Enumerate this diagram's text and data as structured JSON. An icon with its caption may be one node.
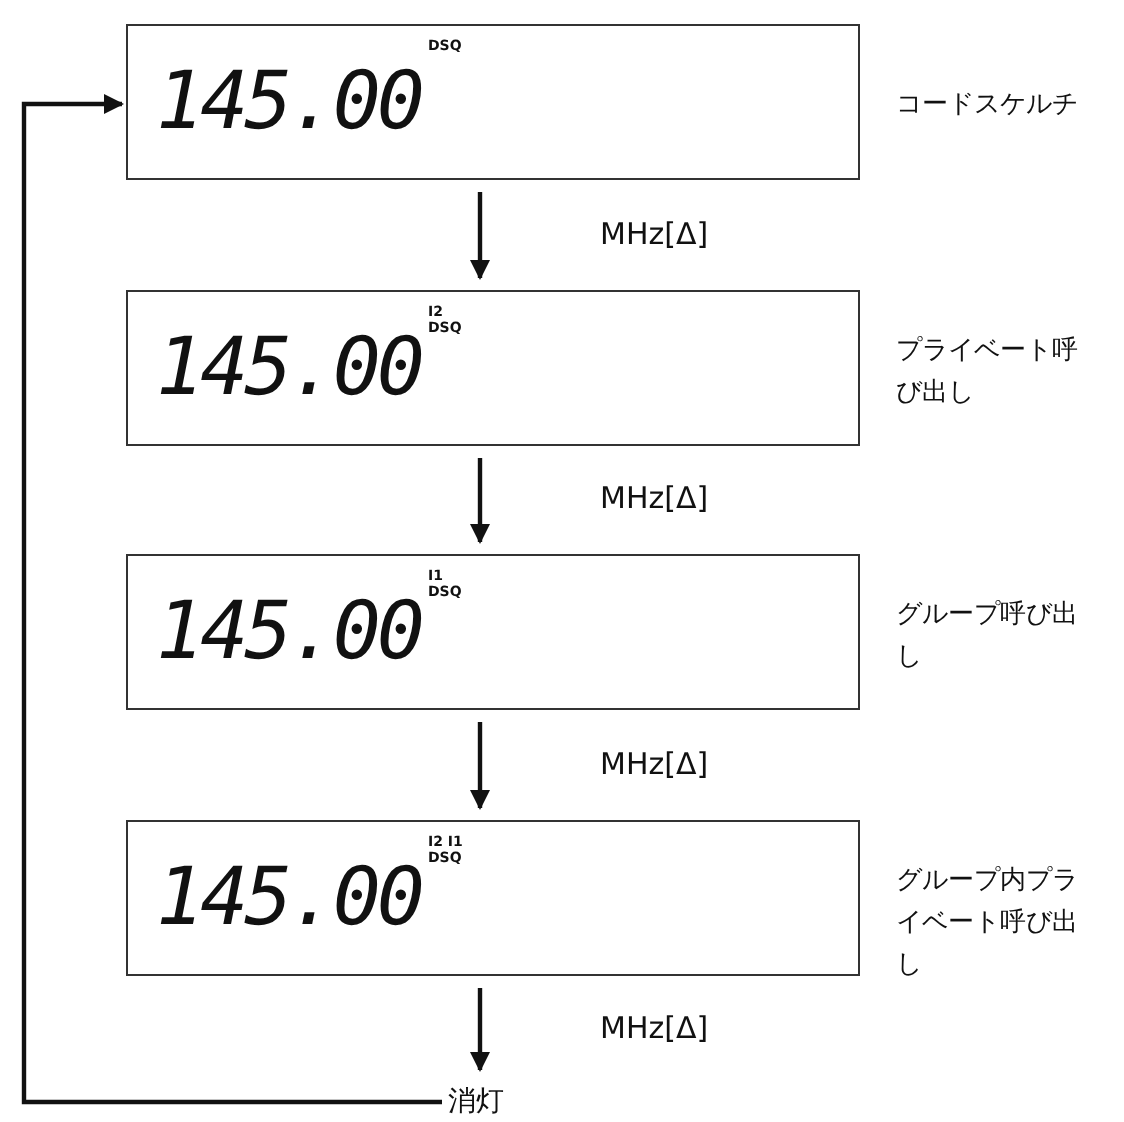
{
  "diagram": {
    "nodes": [
      {
        "text": [
          "145.00",
          "DSQ"
        ],
        "beside": [
          "コードスケルチ"
        ]
      },
      {
        "text": [
          "145.00",
          "I2 DSQ"
        ],
        "beside": [
          "プライベート呼び出し"
        ]
      },
      {
        "text": [
          "145.00",
          "I1 DSQ"
        ],
        "beside": [
          "グループ呼び出し"
        ]
      },
      {
        "text": [
          "145.00",
          "I2 I1 DSQ"
        ],
        "beside": [
          "グループ内プライベート呼び出し"
        ]
      },
      {
        "text": [
          "消灯"
        ]
      }
    ],
    "edges": [
      {
        "from": 0,
        "to": 1,
        "arrow": "to",
        "label": "MHz[Δ]"
      },
      {
        "from": 1,
        "to": 2,
        "arrow": "to",
        "label": "MHz[Δ]"
      },
      {
        "from": 2,
        "to": 3,
        "arrow": "to",
        "label": "MHz[Δ]"
      },
      {
        "from": 3,
        "to": 4,
        "arrow": "to",
        "label": "MHz[Δ]"
      },
      {
        "from": 4,
        "to": 0,
        "arrow": "to"
      }
    ]
  }
}
